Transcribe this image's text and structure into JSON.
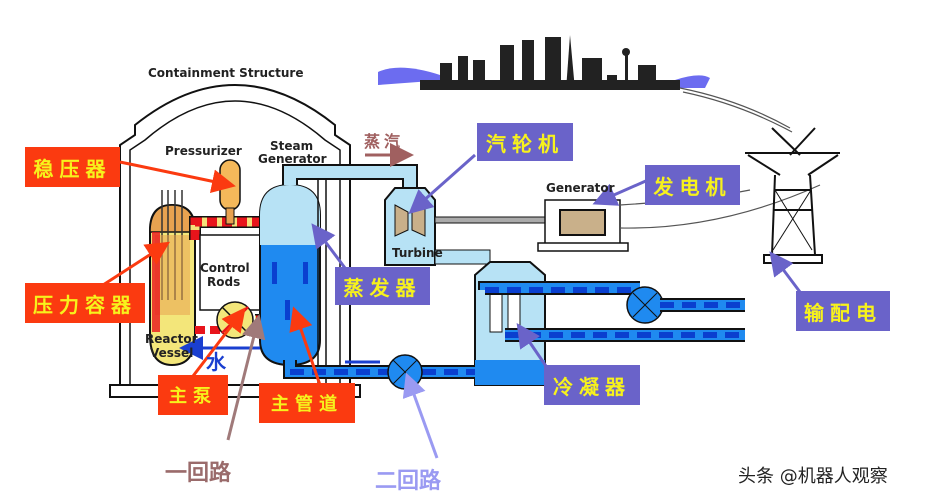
{
  "diagram": {
    "title": "Pressurized Water Reactor Nuclear Power Plant",
    "english_labels": {
      "containment": "Containment Structure",
      "pressurizer": "Pressurizer",
      "steam_generator_line1": "Steam",
      "steam_generator_line2": "Generator",
      "control_rods_line1": "Control",
      "control_rods_line2": "Rods",
      "reactor_vessel_line1": "Reactor",
      "reactor_vessel_line2": "Vessel",
      "turbine": "Turbine",
      "generator": "Generator"
    },
    "chinese_labels": {
      "pressurizer": "稳压器",
      "pressure_vessel": "压力容器",
      "main_pump": "主泵",
      "main_pipe": "主管道",
      "steam_generator": "蒸发器",
      "turbine": "汽轮机",
      "generator": "发电机",
      "condenser": "冷凝器",
      "transmission": "输配电",
      "steam": "蒸汽",
      "water": "水",
      "primary_loop": "一回路",
      "secondary_loop": "二回路"
    },
    "colors": {
      "red_label_bg": "#fb3a10",
      "blue_label_bg": "#6a63c9",
      "label_text": "#f7f21c",
      "primary_loop_text": "#9a6b6b",
      "secondary_loop_text": "#9a9af2",
      "water_blue": "#1f8af0",
      "steam_light": "#b7e2f5",
      "hot_red": "#e8141b",
      "hot_yellow": "#f5e07a"
    }
  },
  "watermark": "头条 @机器人观察"
}
